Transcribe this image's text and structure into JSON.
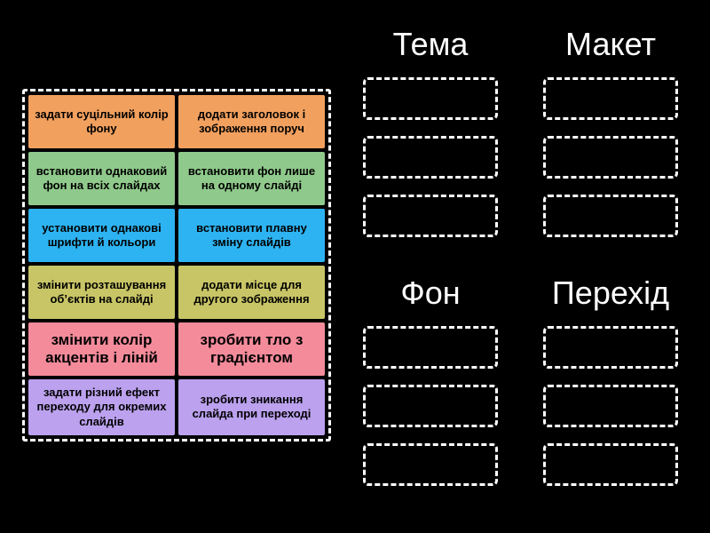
{
  "pool": {
    "tiles": [
      {
        "text": "задати суцільний колір фону",
        "color": "#f2a05e"
      },
      {
        "text": "додати заголовок і зображення поруч",
        "color": "#f2a05e"
      },
      {
        "text": "встановити однаковий фон на всіх слайдах",
        "color": "#8fc98b"
      },
      {
        "text": "встановити фон лише на одному слайді",
        "color": "#8fc98b"
      },
      {
        "text": "установити однакові шрифти й кольори",
        "color": "#2db3f2"
      },
      {
        "text": "встановити плавну зміну слайдів",
        "color": "#2db3f2"
      },
      {
        "text": "змінити розташування об’єктів на слайді",
        "color": "#c8c566"
      },
      {
        "text": "додати місце для другого зображення",
        "color": "#c8c566"
      },
      {
        "text": "змінити колір акцентів і ліній",
        "color": "#f48b9b"
      },
      {
        "text": "зробити тло з градієнтом",
        "color": "#f48b9b"
      },
      {
        "text": "задати різний ефект переходу для окремих слайдів",
        "color": "#bba1ee"
      },
      {
        "text": "зробити зникання слайда при переході",
        "color": "#bba1ee"
      }
    ]
  },
  "groups": [
    {
      "label": "Тема"
    },
    {
      "label": "Макет"
    },
    {
      "label": "Фон"
    },
    {
      "label": "Перехід"
    }
  ]
}
